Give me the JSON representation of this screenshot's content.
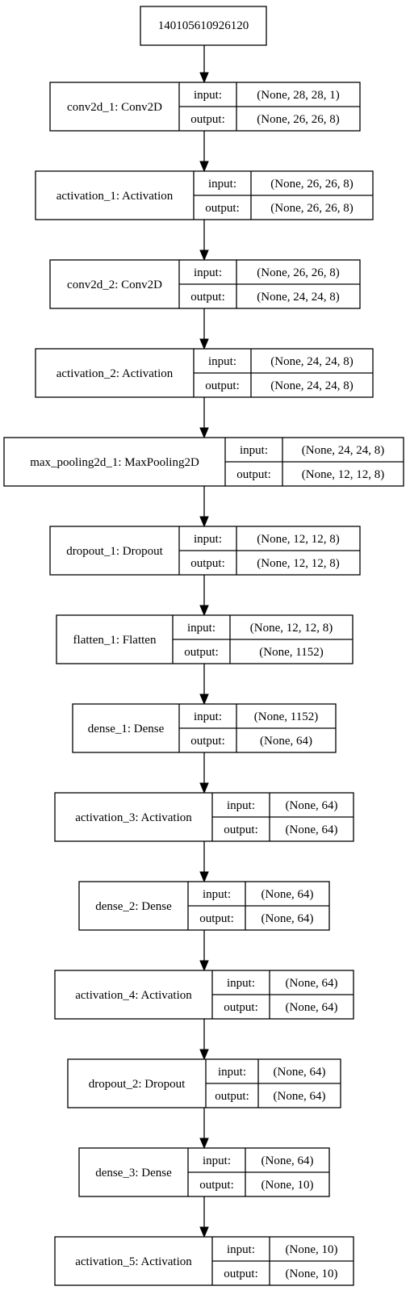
{
  "input_node": {
    "label": "140105610926120"
  },
  "field_labels": {
    "input": "input:",
    "output": "output:"
  },
  "layers": [
    {
      "name": "conv2d_1: Conv2D",
      "input": "(None, 28, 28, 1)",
      "output": "(None, 26, 26, 8)"
    },
    {
      "name": "activation_1: Activation",
      "input": "(None, 26, 26, 8)",
      "output": "(None, 26, 26, 8)"
    },
    {
      "name": "conv2d_2: Conv2D",
      "input": "(None, 26, 26, 8)",
      "output": "(None, 24, 24, 8)"
    },
    {
      "name": "activation_2: Activation",
      "input": "(None, 24, 24, 8)",
      "output": "(None, 24, 24, 8)"
    },
    {
      "name": "max_pooling2d_1: MaxPooling2D",
      "input": "(None, 24, 24, 8)",
      "output": "(None, 12, 12, 8)"
    },
    {
      "name": "dropout_1: Dropout",
      "input": "(None, 12, 12, 8)",
      "output": "(None, 12, 12, 8)"
    },
    {
      "name": "flatten_1: Flatten",
      "input": "(None, 12, 12, 8)",
      "output": "(None, 1152)"
    },
    {
      "name": "dense_1: Dense",
      "input": "(None, 1152)",
      "output": "(None, 64)"
    },
    {
      "name": "activation_3: Activation",
      "input": "(None, 64)",
      "output": "(None, 64)"
    },
    {
      "name": "dense_2: Dense",
      "input": "(None, 64)",
      "output": "(None, 64)"
    },
    {
      "name": "activation_4: Activation",
      "input": "(None, 64)",
      "output": "(None, 64)"
    },
    {
      "name": "dropout_2: Dropout",
      "input": "(None, 64)",
      "output": "(None, 64)"
    },
    {
      "name": "dense_3: Dense",
      "input": "(None, 64)",
      "output": "(None, 10)"
    },
    {
      "name": "activation_5: Activation",
      "input": "(None, 10)",
      "output": "(None, 10)"
    }
  ]
}
